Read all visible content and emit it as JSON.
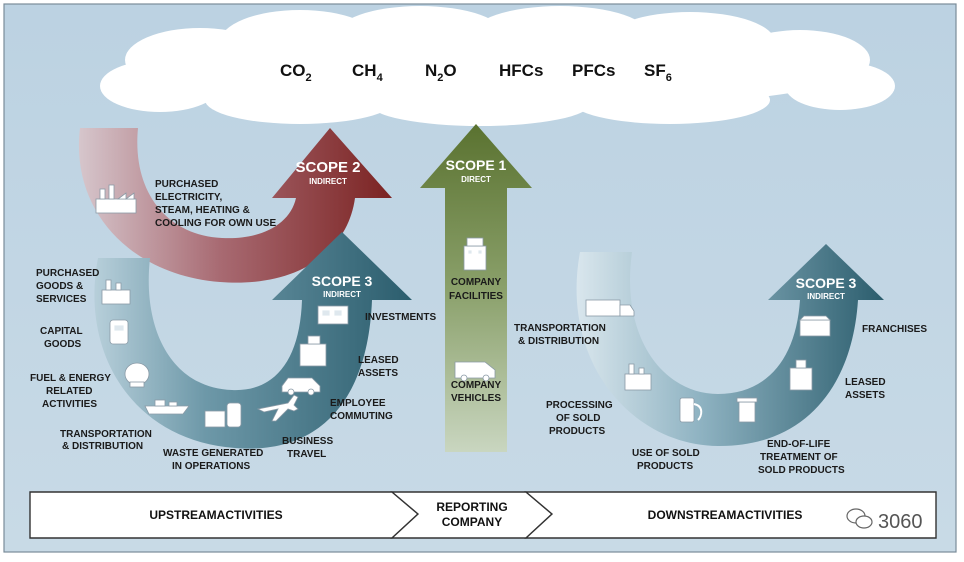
{
  "colors": {
    "background": "#c3d6e4",
    "scope2": "#7b2322",
    "scope1": "#5a7230",
    "scope3": "#2b5d6d"
  },
  "gases": {
    "co2": {
      "base": "CO",
      "sub": "2"
    },
    "ch4": {
      "base": "CH",
      "sub": "4"
    },
    "n2o_pre": "N",
    "n2o_sub": "2",
    "n2o_post": "O",
    "hfcs": "HFCs",
    "pfcs": "PFCs",
    "sf6": {
      "base": "SF",
      "sub": "6"
    }
  },
  "scope2": {
    "title": "SCOPE 2",
    "subtitle": "INDIRECT",
    "lines": [
      "PURCHASED",
      "ELECTRICITY,",
      "STEAM, HEATING &",
      "COOLING FOR OWN USE"
    ]
  },
  "scope1": {
    "title": "SCOPE 1",
    "subtitle": "DIRECT",
    "facilities": [
      "COMPANY",
      "FACILITIES"
    ],
    "vehicles": [
      "COMPANY",
      "VEHICLES"
    ]
  },
  "scope3_up": {
    "title": "SCOPE 3",
    "subtitle": "INDIRECT",
    "purchased": [
      "PURCHASED",
      "GOODS &",
      "SERVICES"
    ],
    "capital": [
      "CAPITAL",
      "GOODS"
    ],
    "fuel": [
      "FUEL & ENERGY",
      "RELATED",
      "ACTIVITIES"
    ],
    "transport": [
      "TRANSPORTATION",
      "& DISTRIBUTION"
    ],
    "waste": [
      "WASTE GENERATED",
      "IN OPERATIONS"
    ],
    "travel": [
      "BUSINESS",
      "TRAVEL"
    ],
    "commuting": [
      "EMPLOYEE",
      "COMMUTING"
    ],
    "leased": [
      "LEASED",
      "ASSETS"
    ],
    "investments": "INVESTMENTS"
  },
  "scope3_down": {
    "title": "SCOPE 3",
    "subtitle": "INDIRECT",
    "transport": [
      "TRANSPORTATION",
      "& DISTRIBUTION"
    ],
    "processing": [
      "PROCESSING",
      "OF SOLD",
      "PRODUCTS"
    ],
    "use": [
      "USE OF SOLD",
      "PRODUCTS"
    ],
    "eol": [
      "END-OF-LIFE",
      "TREATMENT OF",
      "SOLD PRODUCTS"
    ],
    "leased": [
      "LEASED",
      "ASSETS"
    ],
    "franchises": "FRANCHISES"
  },
  "bar": {
    "upstream": "UPSTREAMACTIVITIES",
    "reporting": [
      "REPORTING",
      "COMPANY"
    ],
    "downstream": "DOWNSTREAMACTIVITIES"
  },
  "watermark": "3060"
}
